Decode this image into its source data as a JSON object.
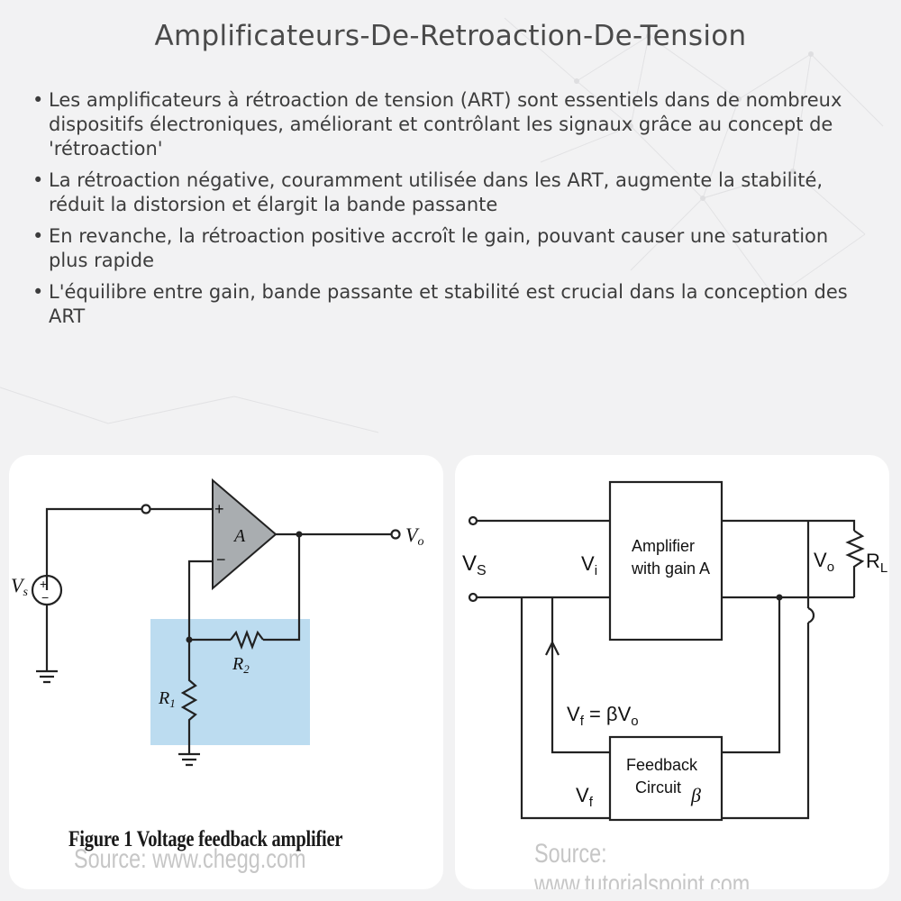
{
  "title": "Amplificateurs-De-Retroaction-De-Tension",
  "bullets": [
    "Les amplificateurs à rétroaction de tension (ART) sont essentiels dans de nombreux dispositifs électroniques, améliorant et contrôlant les signaux grâce au concept de 'rétroaction'",
    "La rétroaction négative, couramment utilisée dans les ART, augmente la stabilité, réduit la distorsion et élargit la bande passante",
    "En revanche, la rétroaction positive accroît le gain, pouvant causer une saturation plus rapide",
    "L'équilibre entre gain, bande passante et stabilité est crucial dans la conception des ART"
  ],
  "figure_left": {
    "caption": "Figure 1 Voltage feedback amplifier",
    "source": "Source: www.chegg.com",
    "labels": {
      "plus": "+",
      "minus": "−",
      "amp": "A",
      "vo": "V",
      "vo_sub": "o",
      "vs": "V",
      "vs_sub": "s",
      "r2": "R",
      "r2_sub": "2",
      "r1": "R",
      "r1_sub": "1"
    },
    "colors": {
      "feedback_box": "#bcdcf0",
      "opamp": "#a9adb0",
      "output_label": "#6a8ec4"
    }
  },
  "figure_right": {
    "source": "Source: www.tutorialspoint.com",
    "labels": {
      "vs": "V",
      "vs_sub": "S",
      "vi": "V",
      "vi_sub": "i",
      "vo": "V",
      "vo_sub": "o",
      "rl": "R",
      "rl_sub": "L",
      "vf_eq": "V",
      "vf_eq_sub": "f",
      "vf_eq_rest": " = βV",
      "vf_eq_rest_sub": "o",
      "vf": "V",
      "vf_sub": "f",
      "amp_line1": "Amplifier",
      "amp_line2": "with gain A",
      "fb_line1": "Feedback",
      "fb_line2": "Circuit",
      "beta": "β"
    }
  }
}
